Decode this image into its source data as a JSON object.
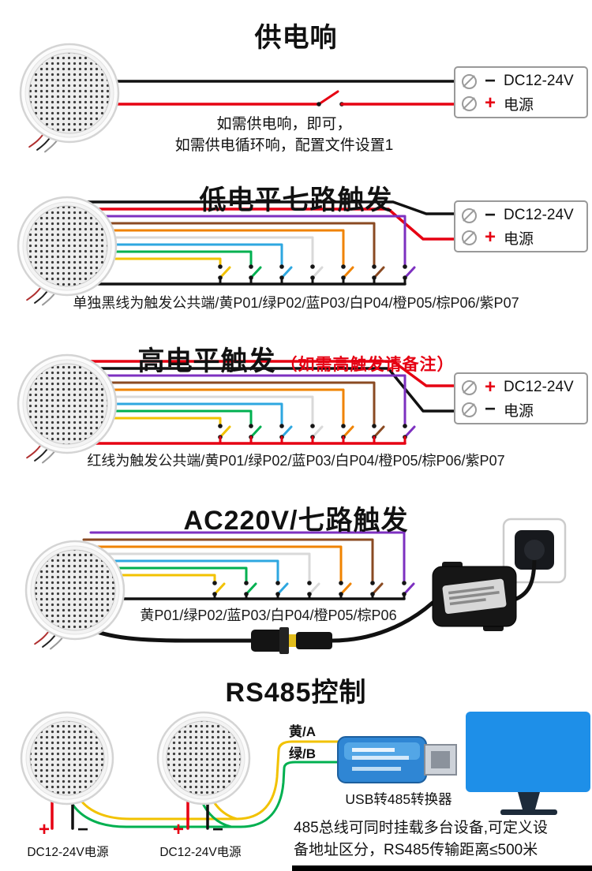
{
  "colors": {
    "wire_black": "#111111",
    "wire_red": "#e60012",
    "wire_yellow": "#f2c200",
    "wire_green": "#00b050",
    "wire_blue": "#2ea7e0",
    "wire_white": "#d9d9d9",
    "wire_orange": "#f08300",
    "wire_brown": "#8a4a22",
    "wire_purple": "#7d30c0",
    "accent_red": "#e60012",
    "monitor_blue": "#1e8fe8",
    "converter_blue": "#2f86d4"
  },
  "wiring": {
    "trigger_order_left_to_right": [
      "wire_yellow",
      "wire_green",
      "wire_blue",
      "wire_white",
      "wire_orange",
      "wire_brown",
      "wire_purple"
    ]
  },
  "sections": {
    "power_on": {
      "title": "供电响",
      "terminal": {
        "row1_sign": "−",
        "row1_label": "DC12-24V",
        "row2_sign": "+",
        "row2_label": "电源"
      },
      "note_line1": "如需供电响，即可，",
      "note_line2": "如需供电循环响，配置文件设置1"
    },
    "low_level": {
      "title": "低电平七路触发",
      "terminal": {
        "row1_sign": "−",
        "row1_label": "DC12-24V",
        "row2_sign": "+",
        "row2_label": "电源"
      },
      "caption": "单独黑线为触发公共端/黄P01/绿P02/蓝P03/白P04/橙P05/棕P06/紫P07"
    },
    "high_level": {
      "title": "高电平触发",
      "title_note": "（如需高触发请备注）",
      "terminal": {
        "row1_sign": "+",
        "row1_label": "DC12-24V",
        "row2_sign": "−",
        "row2_label": "电源"
      },
      "caption": "红线为触发公共端/黄P01/绿P02/蓝P03/白P04/橙P05/棕P06/紫P07"
    },
    "ac220": {
      "title": "AC220V/七路触发",
      "caption": "黄P01/绿P02/蓝P03/白P04/橙P05/棕P06"
    },
    "rs485": {
      "title": "RS485控制",
      "wire_a_label": "黄/A",
      "wire_b_label": "绿/B",
      "converter_label": "USB转485转换器",
      "psu1": {
        "plus": "+",
        "minus": "−",
        "label": "DC12-24V电源"
      },
      "psu2": {
        "plus": "+",
        "minus": "−",
        "label": "DC12-24V电源"
      },
      "note_line1": "485总线可同时挂载多台设备,可定义设",
      "note_line2": "备地址区分，RS485传输距离≤500米"
    }
  }
}
